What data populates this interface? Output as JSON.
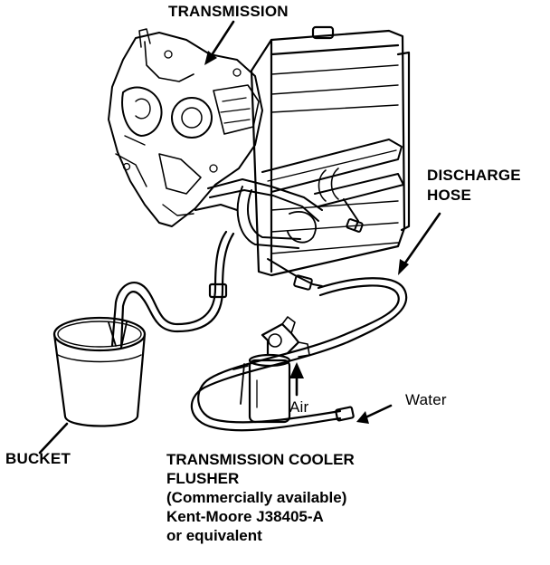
{
  "labels": {
    "transmission": "TRANSMISSION",
    "discharge_line1": "DISCHARGE",
    "discharge_line2": "HOSE",
    "bucket": "BUCKET",
    "air": "Air",
    "water": "Water",
    "flusher_line1": "TRANSMISSION COOLER",
    "flusher_line2": "FLUSHER",
    "flusher_line3": "(Commercially available)",
    "flusher_line4": "Kent-Moore J38405-A",
    "flusher_line5": "or equivalent"
  },
  "colors": {
    "ink": "#000000",
    "paper": "#ffffff"
  }
}
